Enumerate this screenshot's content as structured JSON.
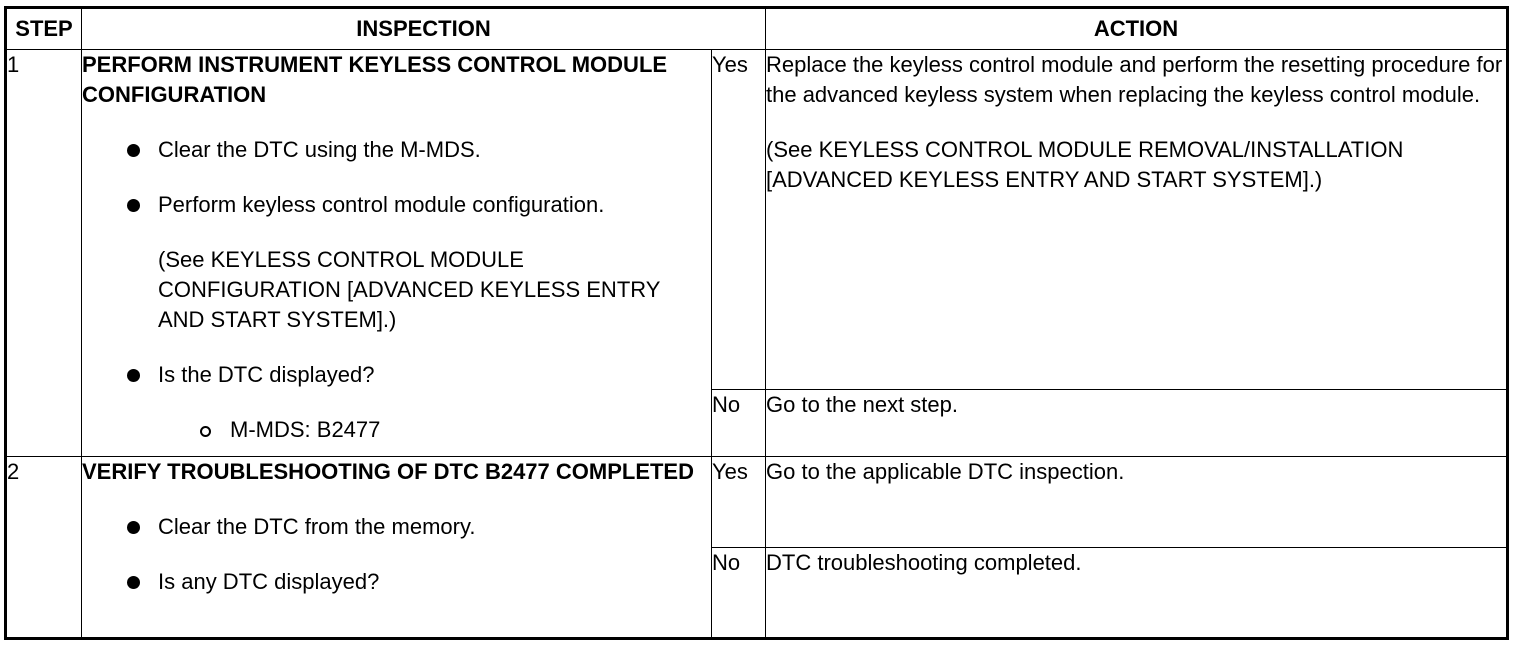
{
  "headers": {
    "step": "STEP",
    "inspection": "INSPECTION",
    "action": "ACTION"
  },
  "steps": [
    {
      "number": "1",
      "title": "PERFORM INSTRUMENT KEYLESS CONTROL MODULE CONFIGURATION",
      "bullets": [
        "Clear the DTC using the M-MDS.",
        "Perform keyless control module configuration.",
        "Is the DTC displayed?"
      ],
      "reference": "(See KEYLESS CONTROL MODULE CONFIGURATION [ADVANCED KEYLESS ENTRY AND START SYSTEM].)",
      "sub_bullet": "M-MDS: B2477",
      "yes": {
        "label": "Yes",
        "action": "Replace the keyless control module and perform the resetting procedure for the advanced keyless system when replacing the keyless control module.",
        "reference": "(See KEYLESS CONTROL MODULE REMOVAL/INSTALLATION [ADVANCED KEYLESS ENTRY AND START SYSTEM].)"
      },
      "no": {
        "label": "No",
        "action": "Go to the next step."
      }
    },
    {
      "number": "2",
      "title": "VERIFY TROUBLESHOOTING OF DTC B2477 COMPLETED",
      "bullets": [
        "Clear the DTC from the memory.",
        "Is any DTC displayed?"
      ],
      "yes": {
        "label": "Yes",
        "action": "Go to the applicable DTC inspection."
      },
      "no": {
        "label": "No",
        "action": "DTC troubleshooting completed."
      }
    }
  ]
}
